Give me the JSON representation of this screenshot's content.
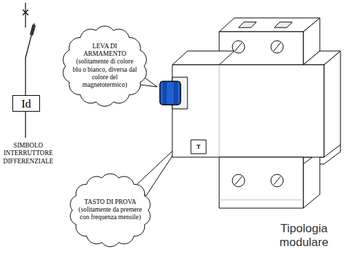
{
  "diagram": {
    "nodes": [
      {
        "text": [
          "Id"
        ]
      },
      {
        "text": [
          "LEVA DI ARMAMENTO",
          "(solitamente di colore blu o bianco, diversa dal colore del magnetotermico)"
        ]
      },
      {
        "text": [
          "TASTO DI PROVA",
          "(solitamente da premere con frequenza mensile)"
        ]
      }
    ],
    "labels": [
      "SIMBOLO INTERRUTTORE DIFFERENZIALE",
      "T",
      "Tipologia modulare"
    ]
  }
}
